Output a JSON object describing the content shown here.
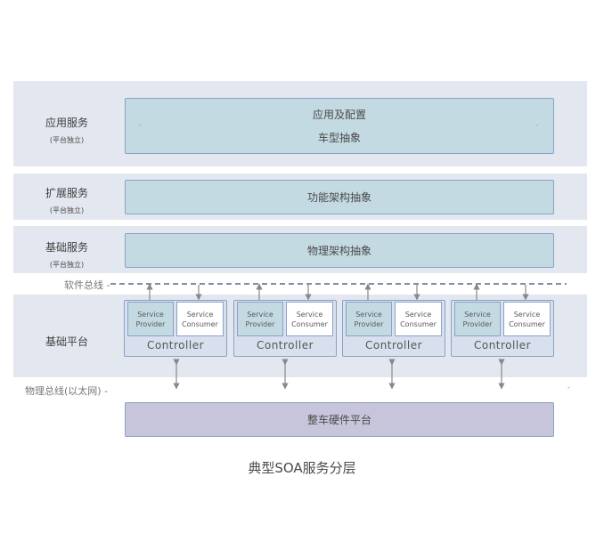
{
  "title": "典型SOA服务分层",
  "layers": [
    {
      "name": "应用服务",
      "note": "(平台独立)",
      "box_lines": [
        "应用及配置",
        "车型抽象"
      ]
    },
    {
      "name": "扩展服务",
      "note": "(平台独立)",
      "box_lines": [
        "功能架构抽象"
      ]
    },
    {
      "name": "基础服务",
      "note": "(平台独立)",
      "box_lines": [
        "物理架构抽象"
      ]
    }
  ],
  "software_bus_label": "软件总线 -",
  "platform": {
    "name": "基础平台",
    "controllers": [
      {
        "provider": [
          "Service",
          "Provider"
        ],
        "consumer": [
          "Service",
          "Consumer"
        ],
        "label": "Controller"
      },
      {
        "provider": [
          "Service",
          "Provider"
        ],
        "consumer": [
          "Service",
          "Consumer"
        ],
        "label": "Controller"
      },
      {
        "provider": [
          "Service",
          "Provider"
        ],
        "consumer": [
          "Service",
          "Consumer"
        ],
        "label": "Controller"
      },
      {
        "provider": [
          "Service",
          "Provider"
        ],
        "consumer": [
          "Service",
          "Consumer"
        ],
        "label": "Controller"
      }
    ]
  },
  "physical_bus_label": "物理总线(以太网) -",
  "hardware": "整车硬件平台",
  "marks": {
    "dash": "-"
  },
  "colors": {
    "band": "#e3e7ef",
    "layer": "#c3dae2",
    "border": "#8aa2c6",
    "hardware": "#c6c5db",
    "bus": "#2f4a7a",
    "arrow": "#888888"
  }
}
